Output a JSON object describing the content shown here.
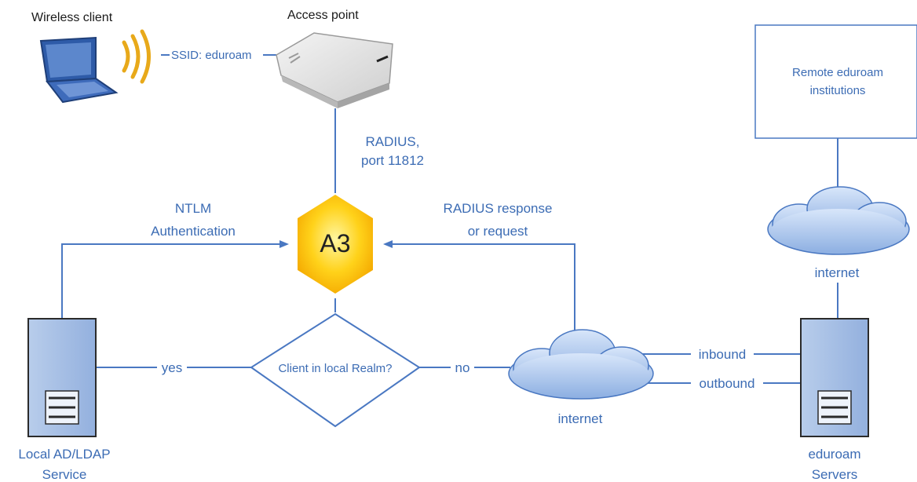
{
  "wireless_client": {
    "label": "Wireless client"
  },
  "access_point": {
    "label": "Access point"
  },
  "ssid_link": {
    "label": "SSID: eduroam"
  },
  "radius_link": {
    "line1": "RADIUS,",
    "line2": "port 11812"
  },
  "a3": {
    "label": "A3"
  },
  "ntlm_link": {
    "line1": "NTLM",
    "line2": "Authentication"
  },
  "radius_response": {
    "line1": "RADIUS response",
    "line2": "or request"
  },
  "decision": {
    "label": "Client in local Realm?"
  },
  "yes_link": {
    "label": "yes"
  },
  "no_link": {
    "label": "no"
  },
  "local_server": {
    "line1": "Local AD/LDAP",
    "line2": "Service"
  },
  "internet_center": {
    "label": "internet"
  },
  "internet_right": {
    "label": "internet"
  },
  "inbound_link": {
    "label": "inbound"
  },
  "outbound_link": {
    "label": "outbound"
  },
  "eduroam_servers": {
    "line1": "eduroam",
    "line2": "Servers"
  },
  "remote_institutions": {
    "line1": "Remote eduroam",
    "line2": "institutions"
  },
  "colors": {
    "line": "#4a78c2",
    "label": "#3c6cb4",
    "a3_fill": "#f7b500",
    "server_fill": "#a9c0e6"
  }
}
